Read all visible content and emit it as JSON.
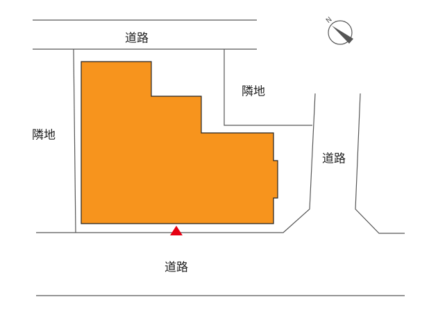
{
  "labels": {
    "road_top": "道路",
    "neighbor_right": "隣地",
    "neighbor_left": "隣地",
    "road_right": "道路",
    "road_bottom": "道路"
  },
  "compass": {
    "letter": "N"
  },
  "colors": {
    "building": "#f7941d",
    "entrance_marker": "#e60012",
    "lines": "#555555"
  }
}
